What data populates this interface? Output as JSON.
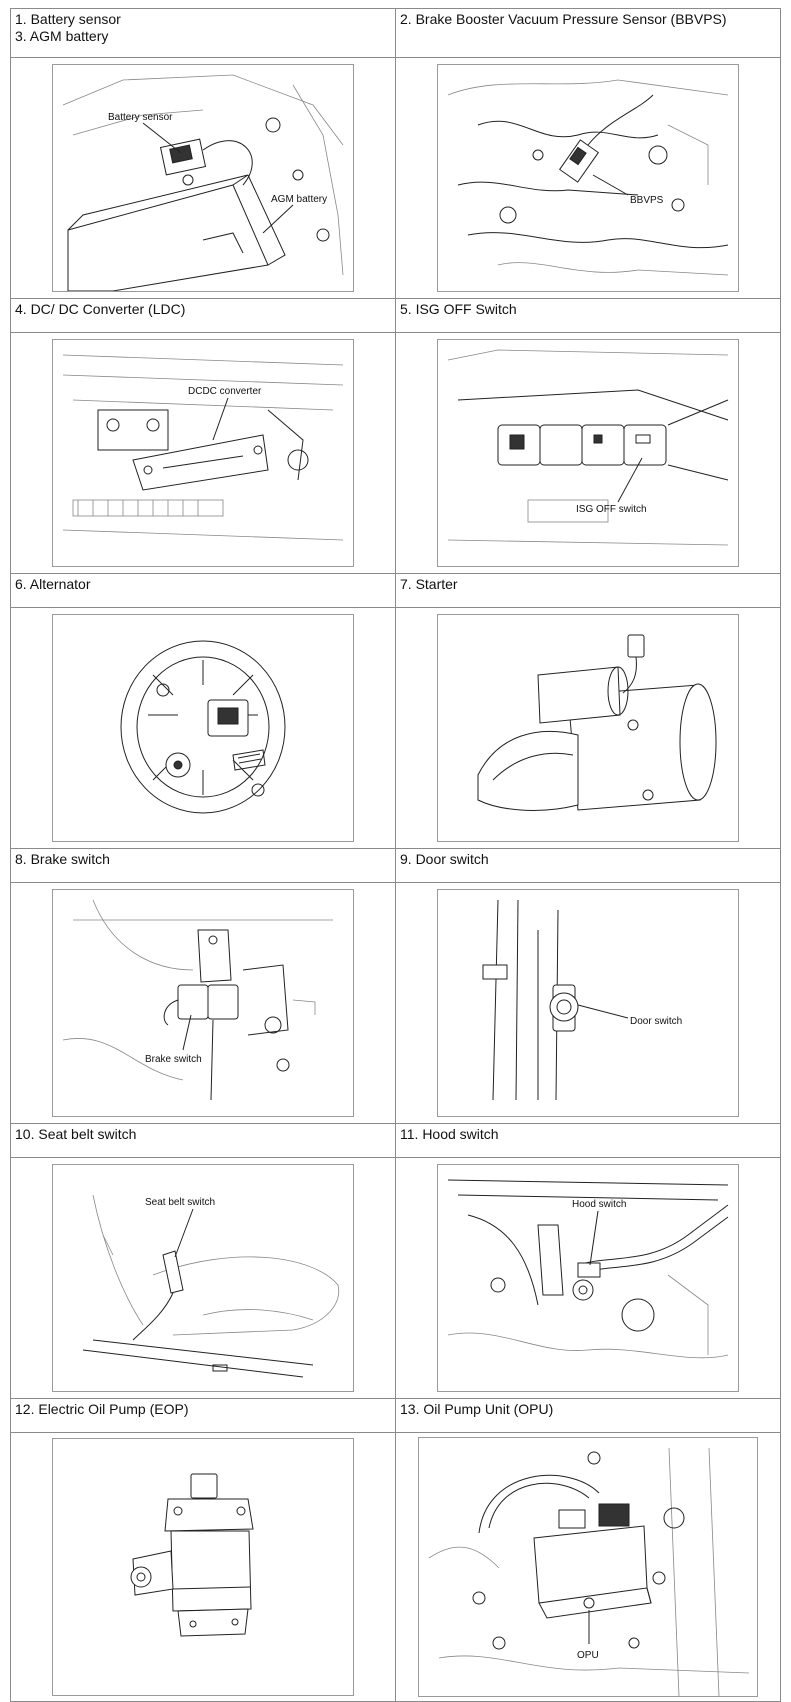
{
  "rows": [
    {
      "left": [
        "1. Battery sensor",
        "3. AGM battery"
      ],
      "right": [
        "2. Brake Booster Vacuum Pressure Sensor (BBVPS)"
      ]
    },
    {
      "left": [
        "4. DC/ DC Converter (LDC)"
      ],
      "right": [
        "5. ISG OFF Switch"
      ]
    },
    {
      "left": [
        "6. Alternator"
      ],
      "right": [
        "7. Starter"
      ]
    },
    {
      "left": [
        "8. Brake switch"
      ],
      "right": [
        "9. Door switch"
      ]
    },
    {
      "left": [
        "10. Seat belt switch"
      ],
      "right": [
        "11. Hood switch"
      ]
    },
    {
      "left": [
        "12. Electric Oil Pump (EOP)"
      ],
      "right": [
        "13. Oil Pump Unit (OPU)"
      ]
    }
  ],
  "callouts": {
    "battery_sensor": "Battery sensor",
    "agm_battery": "AGM battery",
    "bbvps": "BBVPS",
    "dcdc": "DCDC converter",
    "isg_off": "ISG OFF switch",
    "brake_switch": "Brake switch",
    "door_switch": "Door switch",
    "seat_belt_switch": "Seat belt switch",
    "hood_switch": "Hood switch",
    "opu": "OPU"
  }
}
